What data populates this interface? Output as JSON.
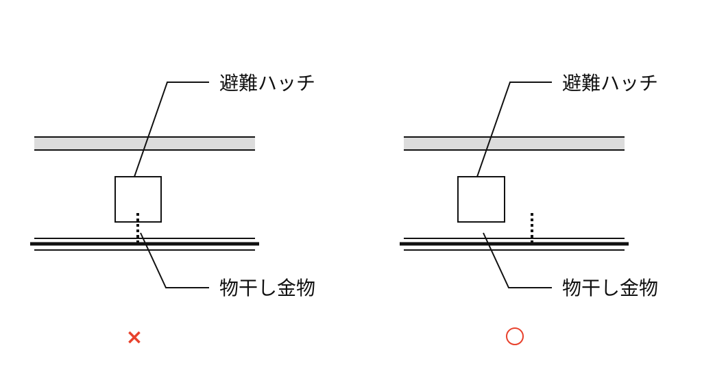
{
  "panels": [
    {
      "hatch_label": "避難ハッチ",
      "hanger_label": "物干し金物",
      "verdict": "×"
    },
    {
      "hatch_label": "避難ハッチ",
      "hanger_label": "物干し金物",
      "verdict": "○"
    }
  ],
  "colors": {
    "line": "#111111",
    "slab_fill": "#dcdcdc",
    "verdict_mark": "#e8412c"
  }
}
